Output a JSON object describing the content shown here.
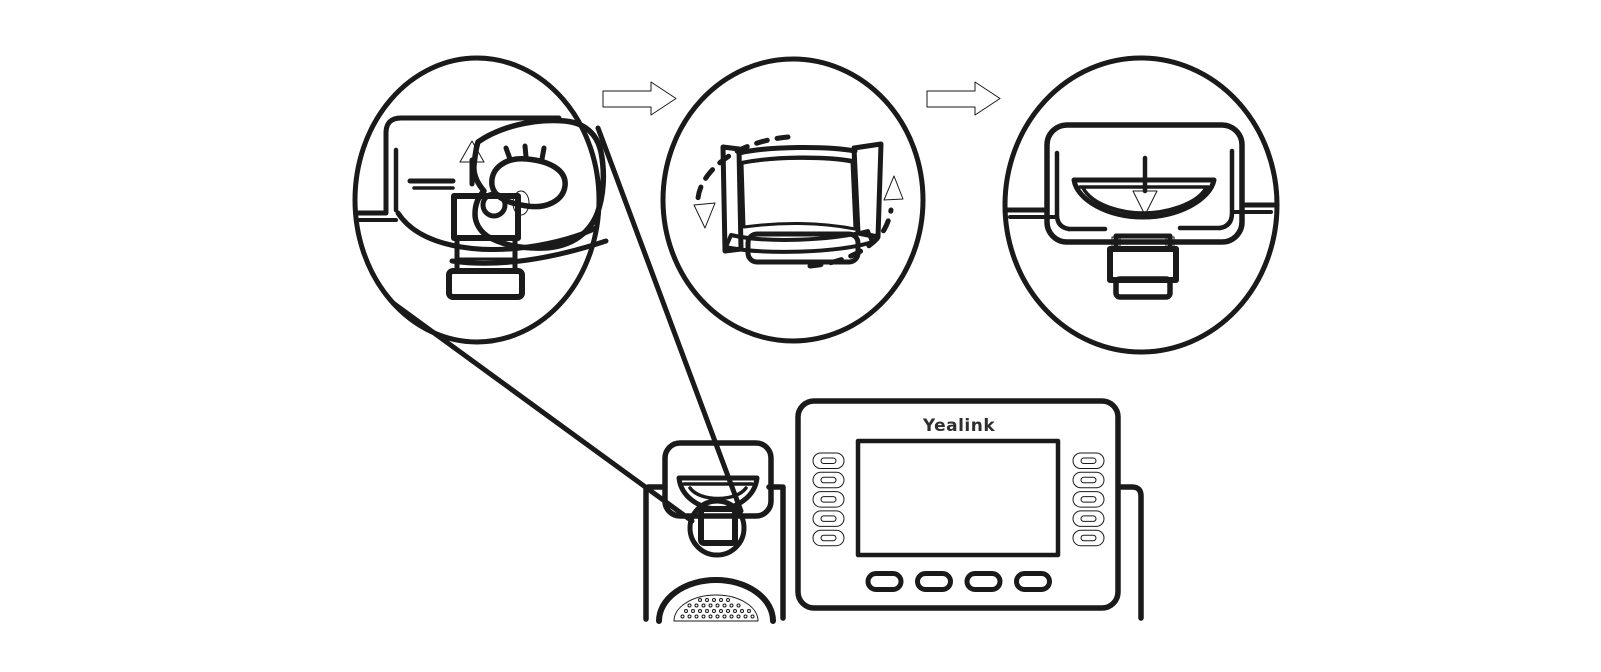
{
  "phone": {
    "brand": "Yealink",
    "line_keys_per_side": 5,
    "soft_keys": 4
  },
  "steps": [
    {
      "id": 1,
      "name": "pull-hook-tab-out",
      "arrow_icon": "up-arrow-icon"
    },
    {
      "id": 2,
      "name": "rotate-hook-tab-180",
      "arrow_icon": "rotate-dashed-arrows-icon"
    },
    {
      "id": 3,
      "name": "insert-hook-tab-reversed",
      "arrow_icon": "down-arrow-icon"
    }
  ],
  "connectors": [
    {
      "icon": "right-arrow-icon"
    },
    {
      "icon": "right-arrow-icon"
    }
  ],
  "colors": {
    "line": "#1a1a1a",
    "gray_fill": "#cdcdcd",
    "gray_fill_dark": "#bdbdbd",
    "connector_arrow": "#56585b",
    "background": "#ffffff"
  }
}
